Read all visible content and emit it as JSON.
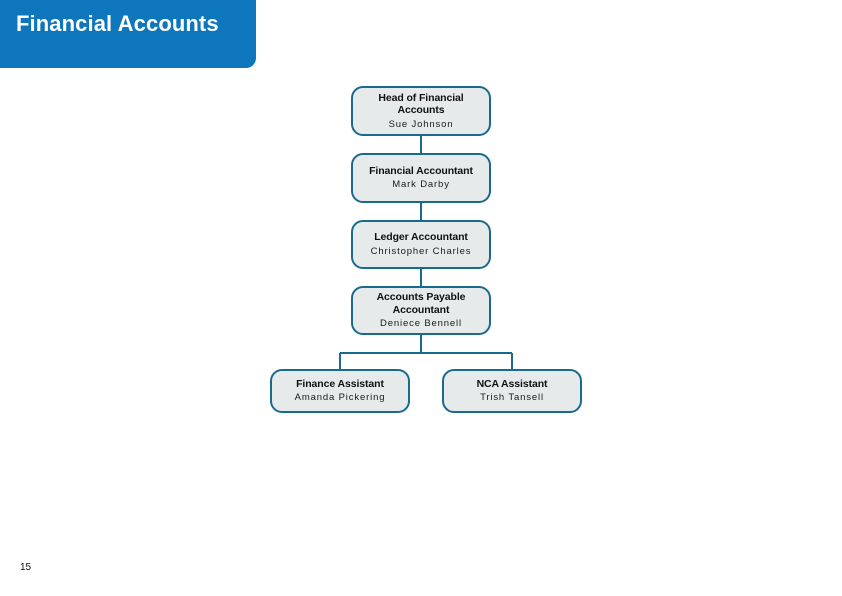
{
  "header": {
    "title": "Financial Accounts",
    "banner_color": "#0E76BC",
    "title_color": "#FFFFFF"
  },
  "theme": {
    "node_fill": "#E7EAEB",
    "node_border": "#1A6A8E",
    "connector_color": "#1A6A8E",
    "text_color": "#111111",
    "page_background": "#FFFFFF"
  },
  "chart_data": {
    "type": "diagram",
    "diagram_kind": "organization-chart",
    "title": "Financial Accounts",
    "orientation": "top-down",
    "nodes": [
      {
        "id": "head",
        "role": "Head of Financial Accounts",
        "role_line1": "Head of Financial",
        "role_line2": "Accounts",
        "person": "Sue Johnson",
        "level": 1,
        "parent": null
      },
      {
        "id": "financial-accountant",
        "role": "Financial Accountant",
        "role_line1": "Financial Accountant",
        "role_line2": "",
        "person": "Mark Darby",
        "level": 2,
        "parent": "head"
      },
      {
        "id": "ledger-accountant",
        "role": "Ledger Accountant",
        "role_line1": "Ledger Accountant",
        "role_line2": "",
        "person": "Christopher Charles",
        "level": 3,
        "parent": "financial-accountant"
      },
      {
        "id": "accounts-payable-accountant",
        "role": "Accounts Payable Accountant",
        "role_line1": "Accounts Payable",
        "role_line2": "Accountant",
        "person": "Deniece Bennell",
        "level": 4,
        "parent": "ledger-accountant"
      },
      {
        "id": "finance-assistant",
        "role": "Finance Assistant",
        "role_line1": "Finance Assistant",
        "role_line2": "",
        "person": "Amanda Pickering",
        "level": 5,
        "parent": "accounts-payable-accountant"
      },
      {
        "id": "nca-assistant",
        "role": "NCA Assistant",
        "role_line1": "NCA Assistant",
        "role_line2": "",
        "person": "Trish Tansell",
        "level": 5,
        "parent": "accounts-payable-accountant"
      }
    ],
    "edges": [
      {
        "from": "head",
        "to": "financial-accountant"
      },
      {
        "from": "financial-accountant",
        "to": "ledger-accountant"
      },
      {
        "from": "ledger-accountant",
        "to": "accounts-payable-accountant"
      },
      {
        "from": "accounts-payable-accountant",
        "to": "finance-assistant"
      },
      {
        "from": "accounts-payable-accountant",
        "to": "nca-assistant"
      }
    ]
  },
  "footer": {
    "page_number": "15"
  }
}
